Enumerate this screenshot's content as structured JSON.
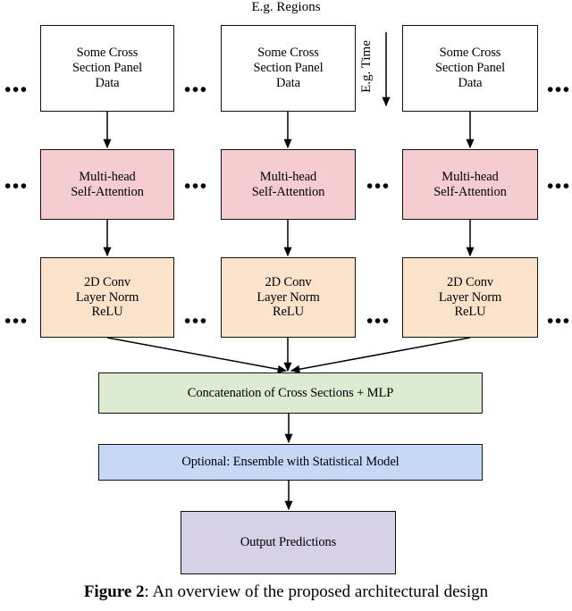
{
  "figure": {
    "top_label": "E.g. Regions",
    "time_label": "E.g. Time",
    "caption_bold": "Figure 2",
    "caption_rest": ": An overview of the proposed architectural design",
    "ellipsis_glyph": "•••"
  },
  "colors": {
    "data_box": "#ffffff",
    "attention_box": "#f5ccd0",
    "conv_box": "#fae2cb",
    "concat_box": "#dcebd2",
    "ensemble_box": "#c6d8f5",
    "output_box": "#d7d1e8",
    "border": "#111111",
    "arrow": "#000000",
    "background": "#ffffff"
  },
  "columns": [
    {
      "id": "column-a",
      "data_box": {
        "line1": "Some Cross",
        "line2": "Section Panel",
        "line3": "Data"
      },
      "attention_box": {
        "line1": "Multi-head",
        "line2": "Self-Attention"
      },
      "conv_box": {
        "line1": "2D Conv",
        "line2": "Layer Norm",
        "line3": "ReLU"
      }
    },
    {
      "id": "column-b",
      "data_box": {
        "line1": "Some Cross",
        "line2": "Section Panel",
        "line3": "Data"
      },
      "attention_box": {
        "line1": "Multi-head",
        "line2": "Self-Attention"
      },
      "conv_box": {
        "line1": "2D Conv",
        "line2": "Layer Norm",
        "line3": "ReLU"
      }
    },
    {
      "id": "column-c",
      "data_box": {
        "line1": "Some Cross",
        "line2": "Section Panel",
        "line3": "Data"
      },
      "attention_box": {
        "line1": "Multi-head",
        "line2": "Self-Attention"
      },
      "conv_box": {
        "line1": "2D Conv",
        "line2": "Layer Norm",
        "line3": "ReLU"
      }
    }
  ],
  "shared_nodes": {
    "concat": "Concatenation of Cross Sections + MLP",
    "ensemble": "Optional: Ensemble with Statistical Model",
    "output": "Output Predictions"
  }
}
